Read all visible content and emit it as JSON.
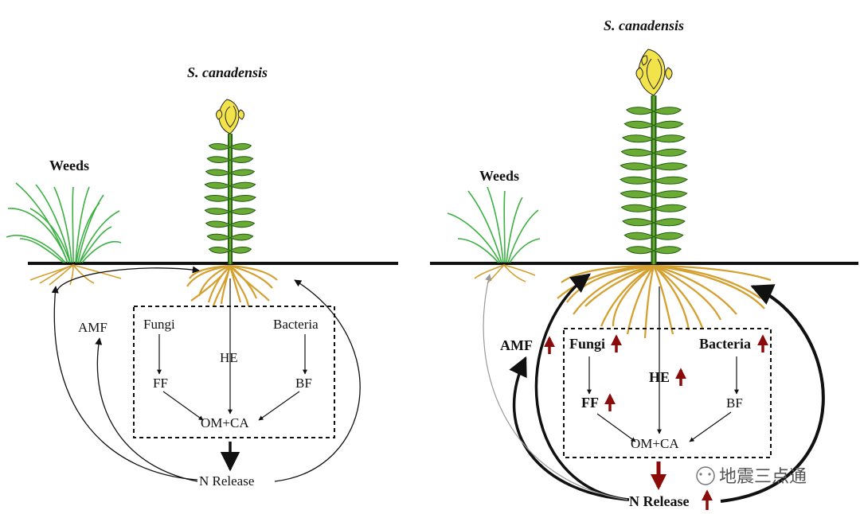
{
  "left_panel": {
    "title": "S. canadensis",
    "weeds": "Weeds",
    "amf": "AMF",
    "fungi": "Fungi",
    "bacteria": "Bacteria",
    "he": "HE",
    "ff": "FF",
    "bf": "BF",
    "om_ca": "OM+CA",
    "n_release": "N Release"
  },
  "right_panel": {
    "title": "S. canadensis",
    "weeds": "Weeds",
    "amf": "AMF",
    "fungi": "Fungi",
    "bacteria": "Bacteria",
    "he": "HE",
    "ff": "FF",
    "bf": "BF",
    "om_ca": "OM+CA",
    "n_release": "N Release"
  },
  "watermark": "地震三点通",
  "colors": {
    "root": "#D4A030",
    "leaf": "#6BAA35",
    "leaf_dark": "#1E5C10",
    "flower": "#F3E34B",
    "weed": "#3CB043",
    "increase_arrow": "#8B0A0A",
    "line": "#111111"
  }
}
